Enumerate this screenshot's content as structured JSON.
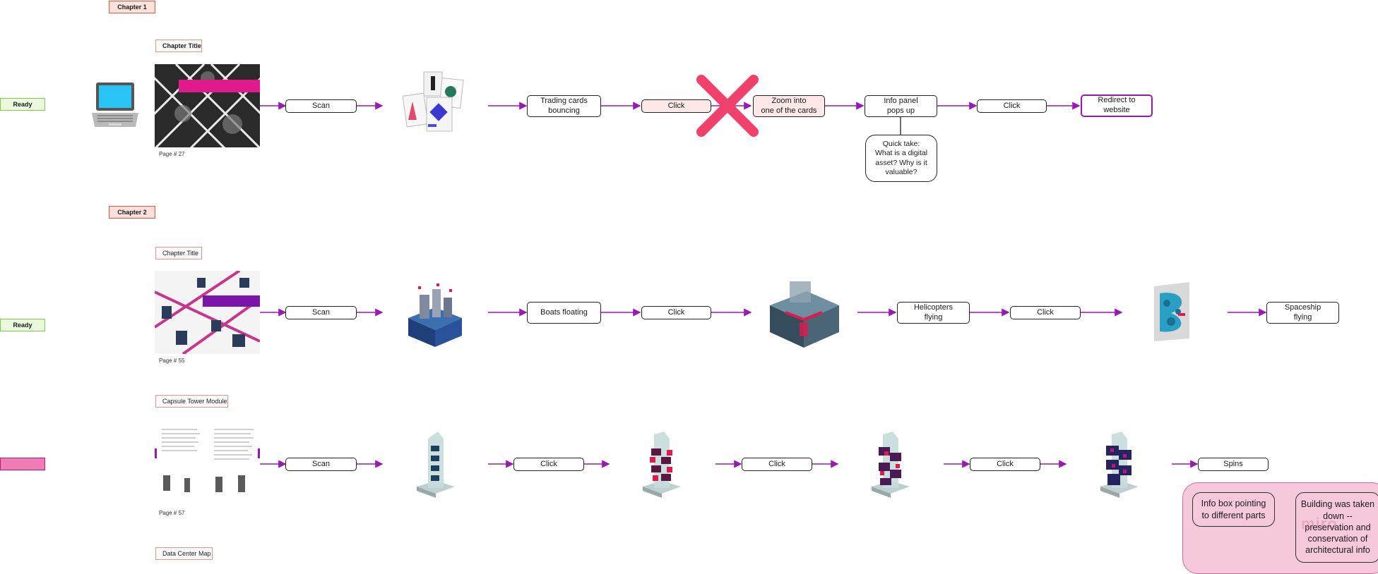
{
  "chapter1": {
    "label": "Chapter 1",
    "section": "Chapter Title",
    "page": "Page # 27",
    "status": "Ready",
    "nodes": [
      "Scan",
      "Trading cards\nbouncing",
      "Click",
      "Zoom into\none of the cards",
      "Info panel\npops up",
      "Click",
      "Redirect to\nwebsite"
    ],
    "quick_take": "Quick take:\nWhat is a digital\nasset? Why is it\nvaluable?"
  },
  "chapter2": {
    "label": "Chapter 2",
    "section": "Chapter Title",
    "page": "Page # 55",
    "status": "Ready",
    "nodes": [
      "Scan",
      "Boats floating",
      "Click",
      "Helicopters\nflying",
      "Click",
      "Spaceship\nflying"
    ]
  },
  "row3": {
    "section": "Capsule Tower Module",
    "page": "Page # 57",
    "nodes": [
      "Scan",
      "Click",
      "Click",
      "Click",
      "Spins"
    ]
  },
  "row4": {
    "section": "Data Center Map"
  },
  "notes": {
    "info_box": "Info box pointing\nto different parts",
    "building": "Building was taken\ndown --\npreservation and\nconservation of\narchitectural info",
    "watermark": "miro"
  },
  "colors": {
    "connector": "#9b17b8",
    "delete_mark": "#f0416c",
    "chapter_border": "#e8533a",
    "ready": "#7ecb46"
  }
}
